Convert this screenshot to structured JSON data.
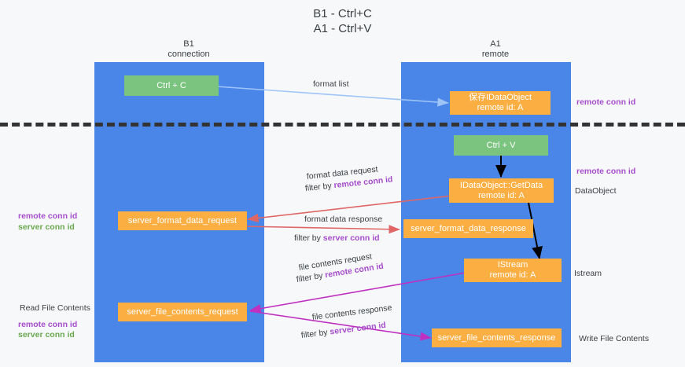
{
  "title": "B1 - Ctrl+C\nA1 - Ctrl+V",
  "columns": [
    {
      "name": "b1",
      "label": "B1\nconnection"
    },
    {
      "name": "a1",
      "label": "A1\nremote"
    }
  ],
  "boxes": [
    {
      "id": "ctrl-c",
      "label": "Ctrl + C",
      "color": "#7bc47f",
      "lane": "b1"
    },
    {
      "id": "save-idataobject",
      "label": "保存IDataObject\nremote id: A",
      "color": "#fbaf43",
      "lane": "a1"
    },
    {
      "id": "ctrl-v",
      "label": "Ctrl + V",
      "color": "#7bc47f",
      "lane": "a1"
    },
    {
      "id": "idataobject-getdata",
      "label": "IDataObject::GetData\nremote id: A",
      "color": "#fbaf43",
      "lane": "a1"
    },
    {
      "id": "server-format-data-request",
      "label": "server_format_data_request",
      "color": "#fbaf43",
      "lane": "b1"
    },
    {
      "id": "server-format-data-response",
      "label": "server_format_data_response",
      "color": "#fbaf43",
      "lane": "a1"
    },
    {
      "id": "istream",
      "label": "IStream\nremote id: A",
      "color": "#fbaf43",
      "lane": "a1"
    },
    {
      "id": "server-file-contents-request",
      "label": "server_file_contents_request",
      "color": "#fbaf43",
      "lane": "b1"
    },
    {
      "id": "server-file-contents-response",
      "label": "server_file_contents_response",
      "color": "#fbaf43",
      "lane": "a1"
    }
  ],
  "arrow_labels": {
    "format_list": "format list",
    "format_data_request": "format data request",
    "format_data_request_filter_prefix": "filter by ",
    "format_data_request_filter_key": "remote conn id",
    "format_data_response": "format data response",
    "format_data_response_filter_prefix": "filter by ",
    "format_data_response_filter_key": "server conn id",
    "file_contents_request": "file contents request",
    "file_contents_request_filter_prefix": "filter by ",
    "file_contents_request_filter_key": "remote conn id",
    "file_contents_response": "file contents response",
    "file_contents_response_filter_prefix": "filter by ",
    "file_contents_response_filter_key": "server conn id"
  },
  "right_labels": [
    {
      "id": "right-remote-conn-id-top",
      "text": "remote conn id",
      "style": "remote"
    },
    {
      "id": "right-remote-conn-id-mid",
      "text": "remote conn id",
      "style": "remote"
    },
    {
      "id": "right-dataobject",
      "text": "DataObject",
      "style": "plain"
    },
    {
      "id": "right-istream",
      "text": "Istream",
      "style": "plain"
    },
    {
      "id": "right-write-file-contents",
      "text": "Write File Contents",
      "style": "plain"
    }
  ],
  "left_labels": [
    {
      "id": "left-remote-conn-id-mid",
      "text": "remote conn id",
      "style": "remote"
    },
    {
      "id": "left-server-conn-id-mid",
      "text": "server conn id",
      "style": "server"
    },
    {
      "id": "left-read-file-contents",
      "text": "Read File Contents",
      "style": "plain"
    },
    {
      "id": "left-remote-conn-id-bottom",
      "text": "remote conn id",
      "style": "remote"
    },
    {
      "id": "left-server-conn-id-bottom",
      "text": "server conn id",
      "style": "server"
    }
  ],
  "colors": {
    "lane": "#4a86e8",
    "green_box": "#7bc47f",
    "orange_box": "#fbaf43",
    "remote_key": "#a64dcc",
    "server_key": "#6aa84f",
    "arrow_blue": "#9fc5f8",
    "arrow_red": "#e06666",
    "arrow_magenta": "#c030c0",
    "arrow_black": "#000000",
    "separator": "#333333",
    "background": "#f7f8fa"
  }
}
